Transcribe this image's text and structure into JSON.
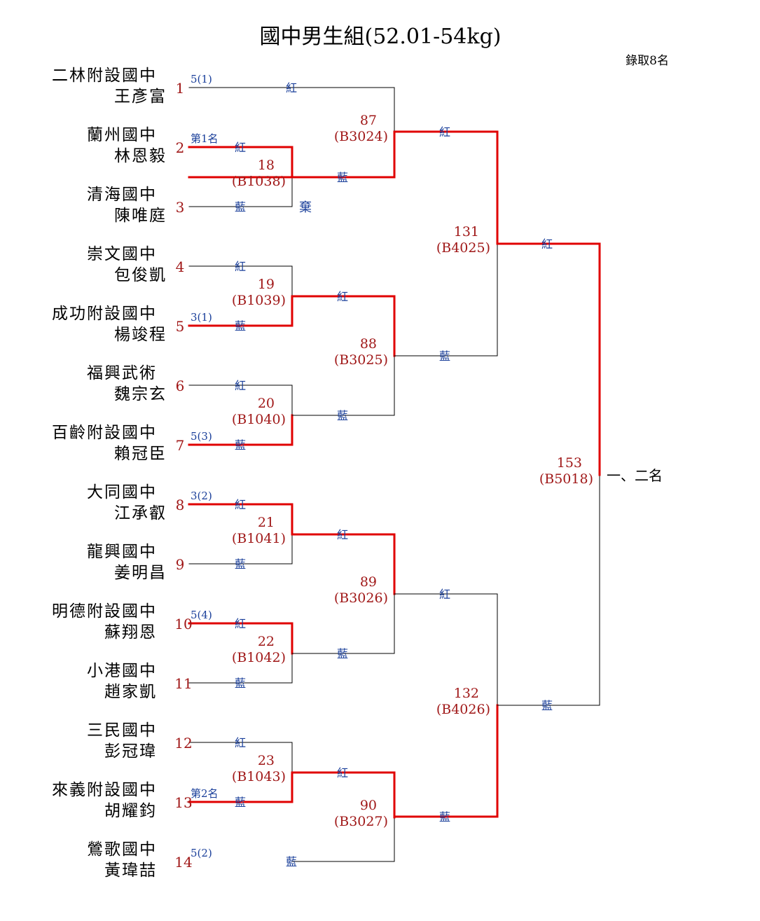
{
  "title": "國中男生組(52.01-54kg)",
  "quota": "錄取8名",
  "colors": {
    "winner_line": "#e00000",
    "seed_text": "#a01818",
    "side_text": "#1a3f9a"
  },
  "entrants": [
    {
      "seed": "1",
      "school": "二林附設國中",
      "athlete": "王彥富",
      "note": "5(1)"
    },
    {
      "seed": "2",
      "school": "蘭州國中",
      "athlete": "林恩毅",
      "note": "第1名"
    },
    {
      "seed": "3",
      "school": "清海國中",
      "athlete": "陳唯庭",
      "note": ""
    },
    {
      "seed": "4",
      "school": "崇文國中",
      "athlete": "包俊凱",
      "note": ""
    },
    {
      "seed": "5",
      "school": "成功附設國中",
      "athlete": "楊竣程",
      "note": "3(1)"
    },
    {
      "seed": "6",
      "school": "福興武術",
      "athlete": "魏宗玄",
      "note": ""
    },
    {
      "seed": "7",
      "school": "百齡附設國中",
      "athlete": "賴冠臣",
      "note": "5(3)"
    },
    {
      "seed": "8",
      "school": "大同國中",
      "athlete": "江承叡",
      "note": "3(2)"
    },
    {
      "seed": "9",
      "school": "龍興國中",
      "athlete": "姜明昌",
      "note": ""
    },
    {
      "seed": "10",
      "school": "明德附設國中",
      "athlete": "蘇翔恩",
      "note": "5(4)"
    },
    {
      "seed": "11",
      "school": "小港國中",
      "athlete": "趙家凱",
      "note": ""
    },
    {
      "seed": "12",
      "school": "三民國中",
      "athlete": "彭冠瑋",
      "note": ""
    },
    {
      "seed": "13",
      "school": "來義附設國中",
      "athlete": "胡耀鈞",
      "note": "第2名"
    },
    {
      "seed": "14",
      "school": "鶯歌國中",
      "athlete": "黃瑋喆",
      "note": "5(2)"
    }
  ],
  "matches": [
    {
      "id": "m18",
      "number": "18",
      "code": "(B1038)",
      "red_label": "紅",
      "blue_label": "藍",
      "winner": "red",
      "note": "棄"
    },
    {
      "id": "m19",
      "number": "19",
      "code": "(B1039)",
      "red_label": "紅",
      "blue_label": "藍",
      "winner": "blue"
    },
    {
      "id": "m20",
      "number": "20",
      "code": "(B1040)",
      "red_label": "紅",
      "blue_label": "藍",
      "winner": "blue"
    },
    {
      "id": "m21",
      "number": "21",
      "code": "(B1041)",
      "red_label": "紅",
      "blue_label": "藍",
      "winner": "red"
    },
    {
      "id": "m22",
      "number": "22",
      "code": "(B1042)",
      "red_label": "紅",
      "blue_label": "藍",
      "winner": "red"
    },
    {
      "id": "m23",
      "number": "23",
      "code": "(B1043)",
      "red_label": "紅",
      "blue_label": "藍",
      "winner": "blue"
    },
    {
      "id": "m87",
      "number": "87",
      "code": "(B3024)",
      "red_label": "紅",
      "blue_label": "藍",
      "winner": "blue"
    },
    {
      "id": "m88",
      "number": "88",
      "code": "(B3025)",
      "red_label": "紅",
      "blue_label": "藍",
      "winner": "red"
    },
    {
      "id": "m89",
      "number": "89",
      "code": "(B3026)",
      "red_label": "紅",
      "blue_label": "藍",
      "winner": "red"
    },
    {
      "id": "m90",
      "number": "90",
      "code": "(B3027)",
      "red_label": "紅",
      "blue_label": "藍",
      "winner": "red"
    },
    {
      "id": "m131",
      "number": "131",
      "code": "(B4025)",
      "red_label": "紅",
      "blue_label": "藍",
      "winner": "red"
    },
    {
      "id": "m132",
      "number": "132",
      "code": "(B4026)",
      "red_label": "紅",
      "blue_label": "藍",
      "winner": "blue"
    },
    {
      "id": "m153",
      "number": "153",
      "code": "(B5018)",
      "red_label": "紅",
      "blue_label": "藍",
      "winner": "red",
      "result": "一、二名"
    }
  ]
}
